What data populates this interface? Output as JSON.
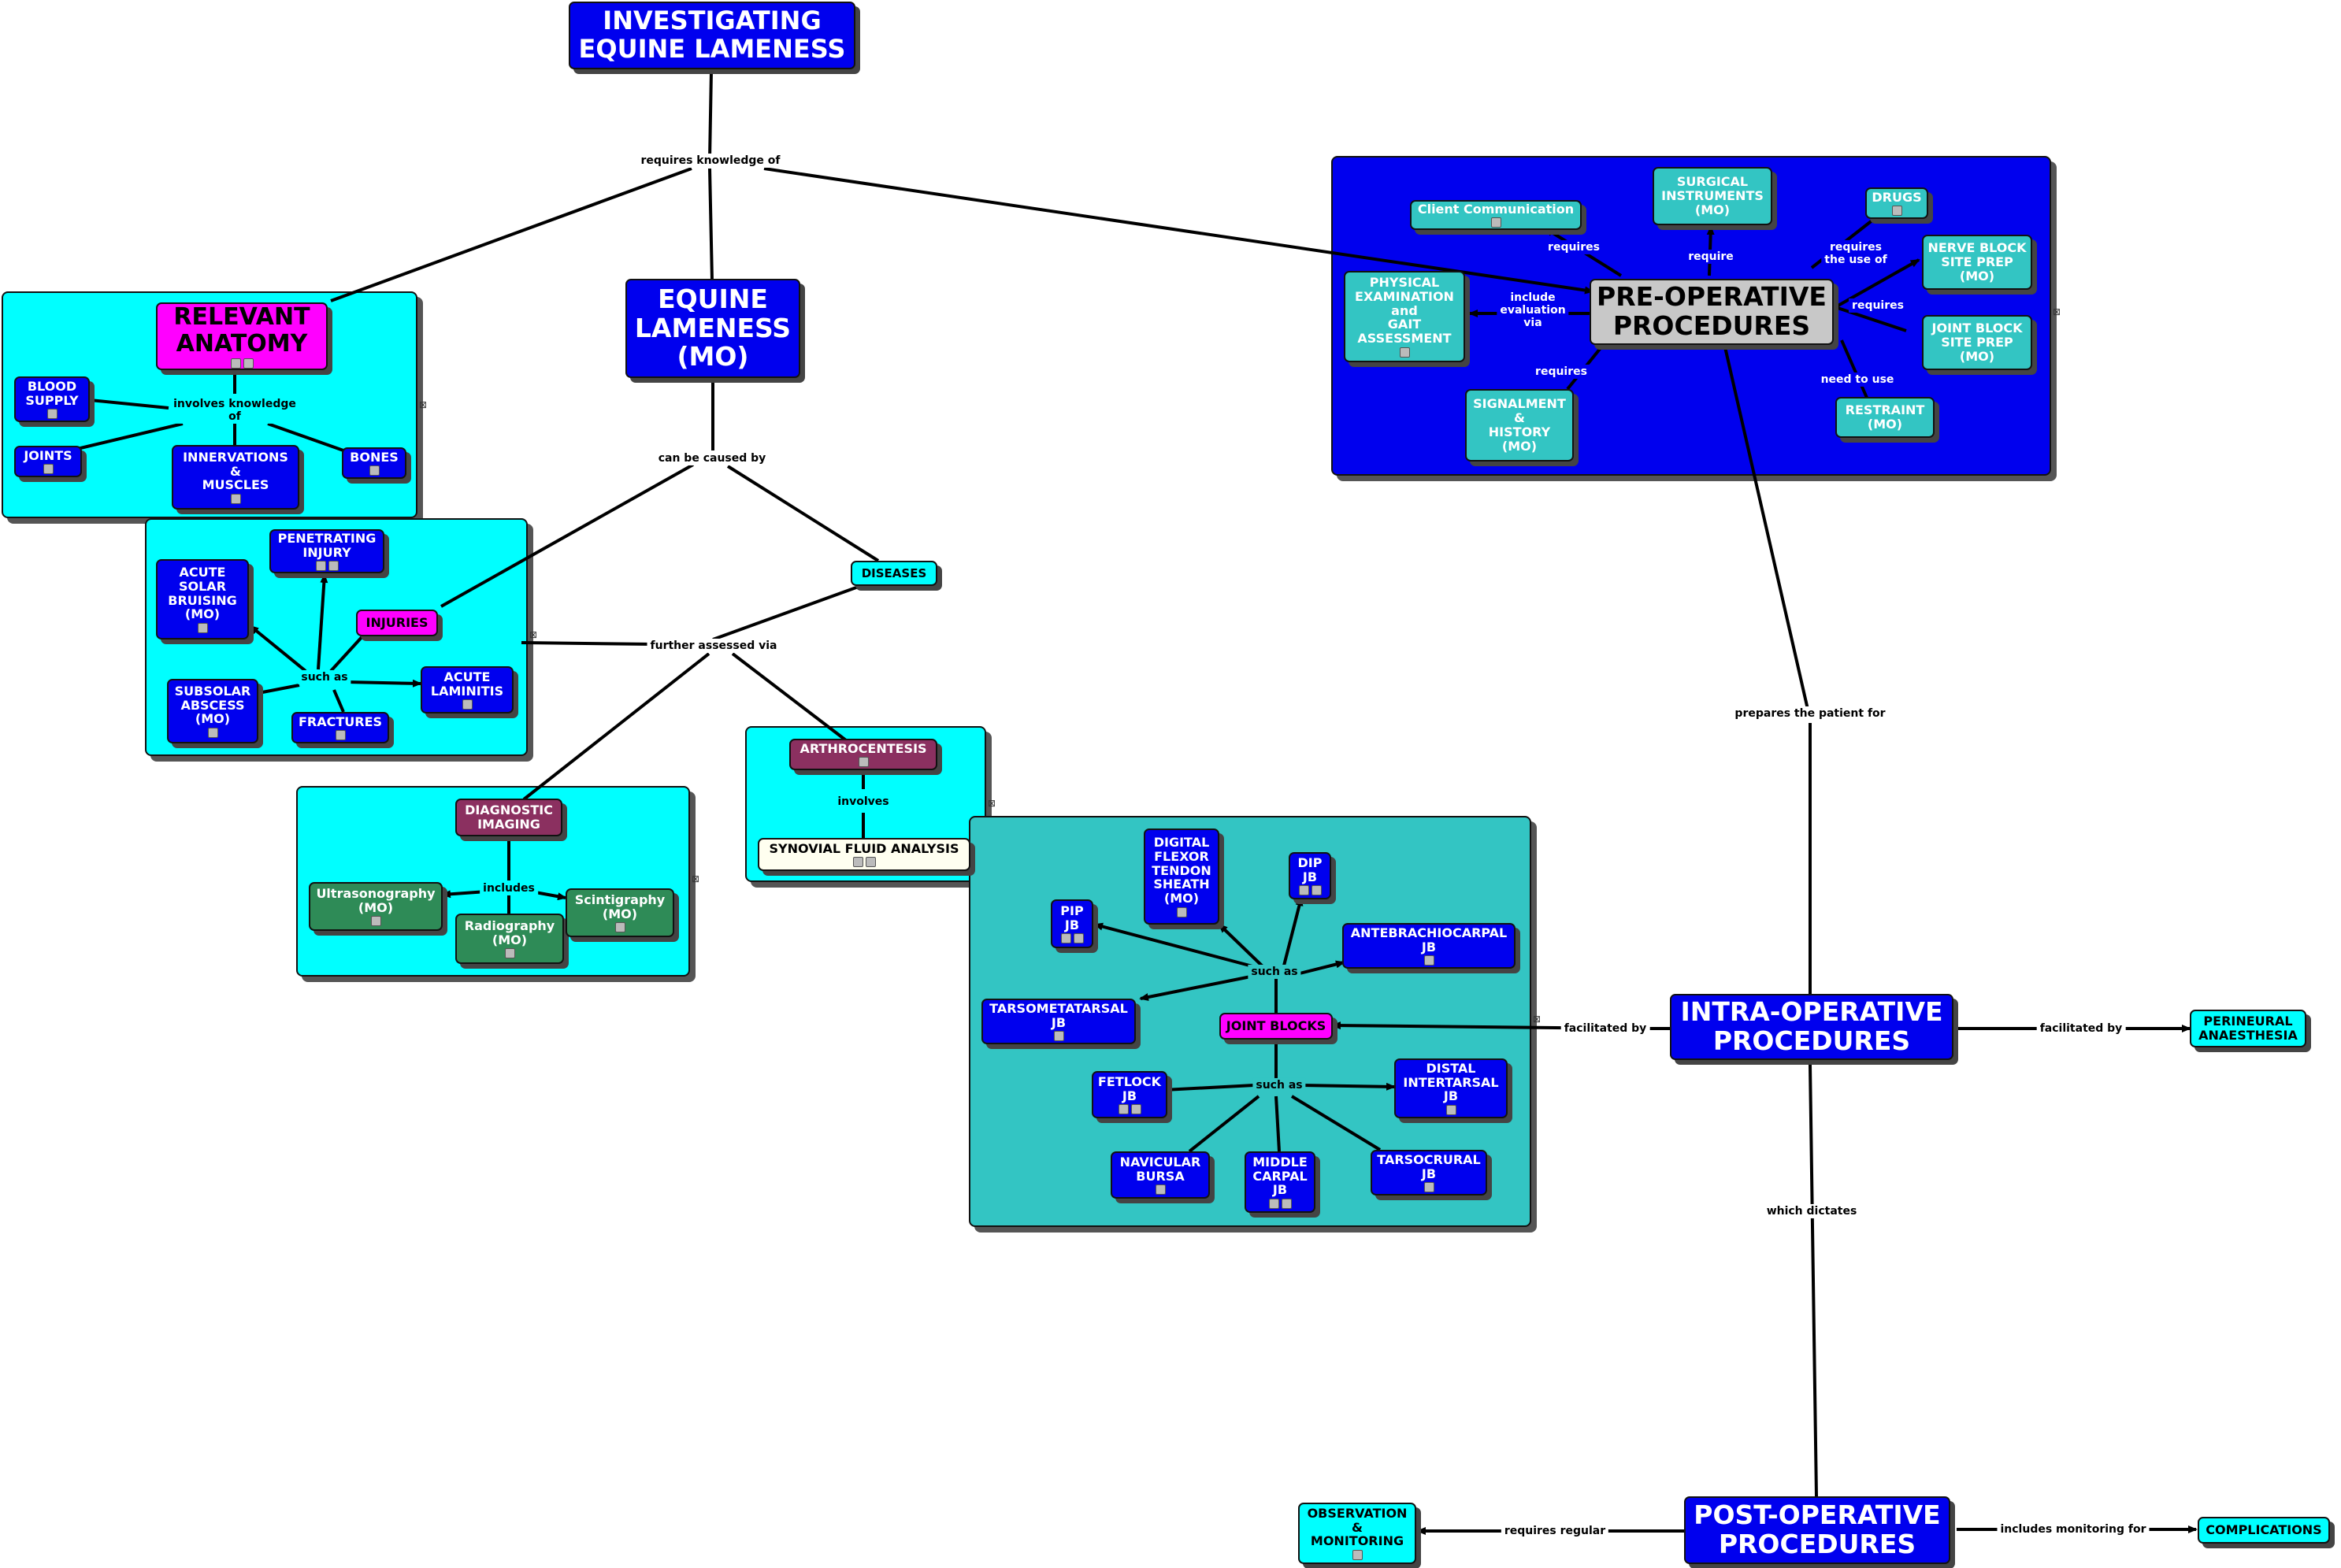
{
  "title": "INVESTIGATING EQUINE LAMENESS",
  "nodes": {
    "investigating": "INVESTIGATING\nEQUINE LAMENESS",
    "relevant_anatomy": "RELEVANT\nANATOMY",
    "equine_lameness": "EQUINE\nLAMENESS\n(MO)",
    "blood_supply": "BLOOD\nSUPPLY",
    "joints": "JOINTS",
    "innervations": "INNERVATIONS\n&\nMUSCLES",
    "bones": "BONES",
    "penetrating_injury": "PENETRATING\nINJURY",
    "acute_solar": "ACUTE\nSOLAR\nBRUISING\n(MO)",
    "injuries": "INJURIES",
    "subsolar": "SUBSOLAR\nABSCESS\n(MO)",
    "fractures": "FRACTURES",
    "acute_laminitis": "ACUTE\nLAMINITIS",
    "diseases": "DISEASES",
    "diagnostic_imaging": "DIAGNOSTIC\nIMAGING",
    "ultrasonography": "Ultrasonography\n(MO)",
    "radiography": "Radiography\n(MO)",
    "scintigraphy": "Scintigraphy\n(MO)",
    "arthrocentesis": "ARTHROCENTESIS",
    "synovial": "SYNOVIAL FLUID ANALYSIS",
    "client_comm": "Client Communication",
    "surgical_instr": "SURGICAL\nINSTRUMENTS\n(MO)",
    "drugs": "DRUGS",
    "physical_exam": "PHYSICAL\nEXAMINATION\nand\nGAIT\nASSESSMENT",
    "pre_op": "PRE-OPERATIVE\nPROCEDURES",
    "nerve_block_prep": "NERVE BLOCK\nSITE PREP\n(MO)",
    "joint_block_prep": "JOINT BLOCK\nSITE PREP\n(MO)",
    "signalment": "SIGNALMENT\n&\nHISTORY\n(MO)",
    "restraint": "RESTRAINT\n(MO)",
    "dftsheath": "DIGITAL\nFLEXOR\nTENDON\nSHEATH\n(MO)",
    "dip": "DIP\nJB",
    "pip": "PIP\nJB",
    "antebrachiocarpal": "ANTEBRACHIOCARPAL\nJB",
    "tarsometatarsal": "TARSOMETATARSAL\nJB",
    "joint_blocks": "JOINT BLOCKS",
    "fetlock": "FETLOCK\nJB",
    "distal_intertarsal": "DISTAL\nINTERTARSAL\nJB",
    "navicular": "NAVICULAR\nBURSA",
    "middle_carpal": "MIDDLE\nCARPAL\nJB",
    "tarsocrural": "TARSOCRURAL\nJB",
    "intra_op": "INTRA-OPERATIVE\nPROCEDURES",
    "perineural": "PERINEURAL\nANAESTHESIA",
    "post_op": "POST-OPERATIVE\nPROCEDURES",
    "observation": "OBSERVATION\n&\nMONITORING",
    "complications": "COMPLICATIONS"
  },
  "links": {
    "requires_knowledge": "requires knowledge of",
    "involves_knowledge": "involves knowledge\nof",
    "can_be_caused": "can be caused by",
    "such_as_injuries": "such as",
    "further_assessed": "further assessed via",
    "includes": "includes",
    "involves": "involves",
    "requires_client": "requires",
    "require_instr": "require",
    "requires_use": "requires\nthe use of",
    "include_eval": "include\nevaluation\nvia",
    "requires_prep": "requires",
    "requires_sig": "requires",
    "need_to_use": "need to use",
    "prepares": "prepares the patient for",
    "such_as_1": "such as",
    "such_as_2": "such as",
    "facilitated_by_1": "facilitated by",
    "facilitated_by_2": "facilitated by",
    "which_dictates": "which dictates",
    "requires_regular": "requires regular",
    "includes_monitoring": "includes monitoring for"
  },
  "colors": {
    "blue": "#0000ee",
    "cyan": "#00ffff",
    "teal": "#33c5c3",
    "magenta": "#ff00ff",
    "maroon": "#8b3060",
    "green": "#2e8b57",
    "gray": "#c8c8c8"
  },
  "icons": [
    "resource-icon",
    "collapse-toggle-icon"
  ]
}
